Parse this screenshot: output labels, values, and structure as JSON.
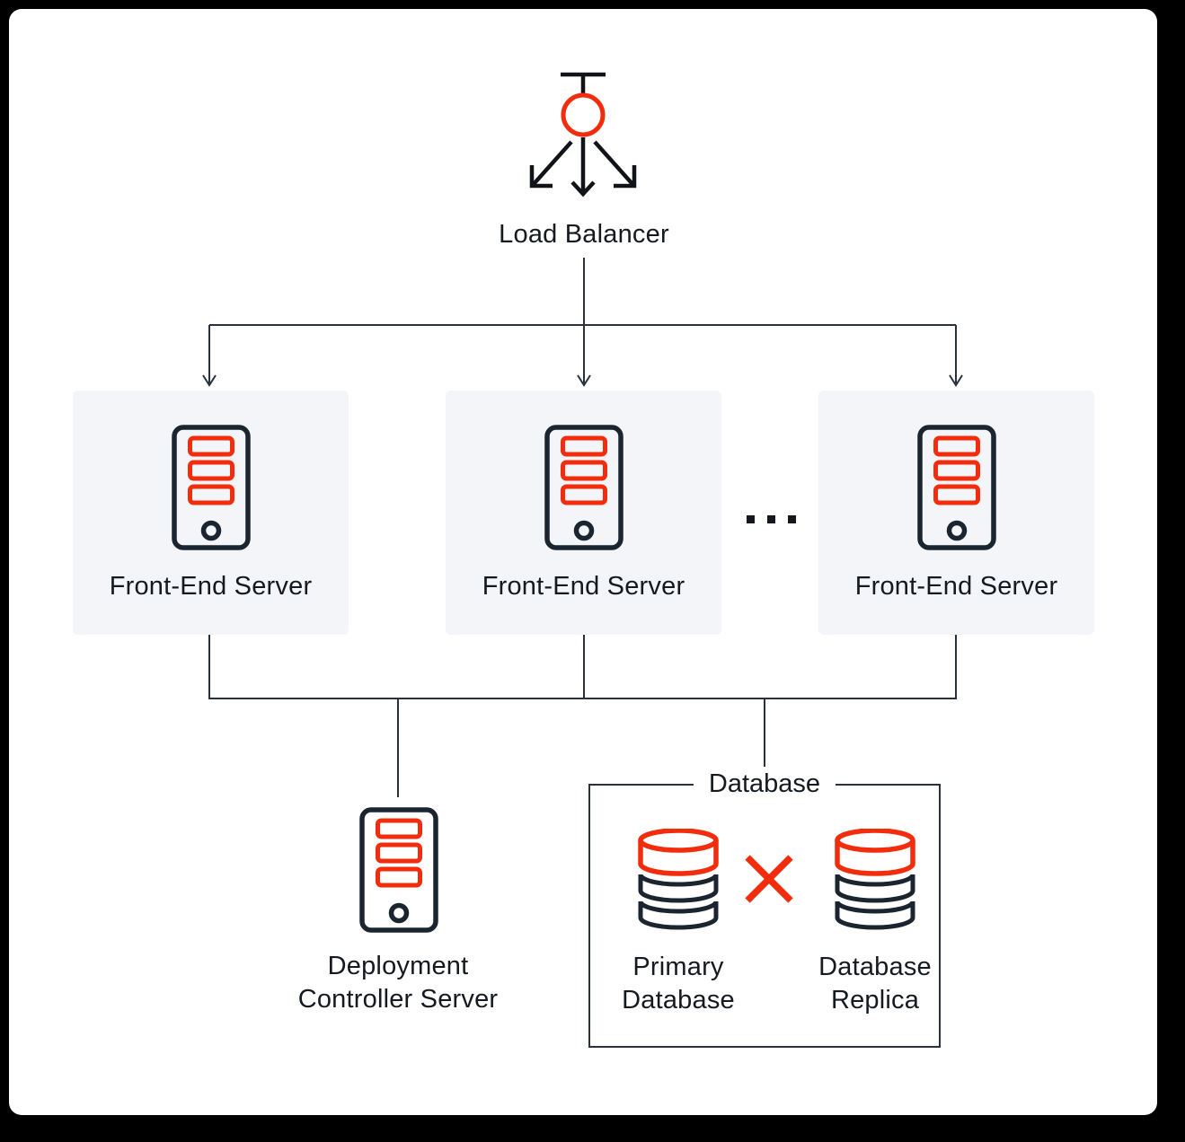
{
  "diagram": {
    "load_balancer": {
      "label": "Load Balancer"
    },
    "front_end_servers": {
      "labels": [
        "Front-End Server",
        "Front-End Server",
        "Front-End Server"
      ],
      "ellipsis": "..."
    },
    "deployment_controller": {
      "line1": "Deployment",
      "line2": "Controller Server"
    },
    "database": {
      "group_title": "Database",
      "primary": {
        "line1": "Primary",
        "line2": "Database"
      },
      "replica": {
        "line1": "Database",
        "line2": "Replica"
      }
    }
  },
  "colors": {
    "accent_red": "#f22d0d",
    "line_dark": "#28323e",
    "icon_dark": "#1b2530",
    "box_bg": "#f3f5f8",
    "text_dark": "#151a21",
    "card_bg": "#ffffff"
  }
}
